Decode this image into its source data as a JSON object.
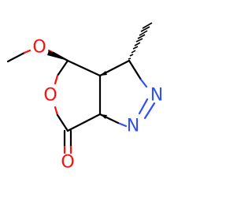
{
  "molecule": {
    "atoms": {
      "methoxy_oxygen": {
        "symbol": "O",
        "color": "#ff0d0d"
      },
      "ring_oxygen": {
        "symbol": "O",
        "color": "#ff0d0d"
      },
      "carbonyl_oxygen": {
        "symbol": "O",
        "color": "#ff0d0d"
      },
      "nitrogen_upper": {
        "symbol": "N",
        "color": "#3050f8"
      },
      "nitrogen_lower": {
        "symbol": "N",
        "color": "#3050f8"
      }
    }
  }
}
